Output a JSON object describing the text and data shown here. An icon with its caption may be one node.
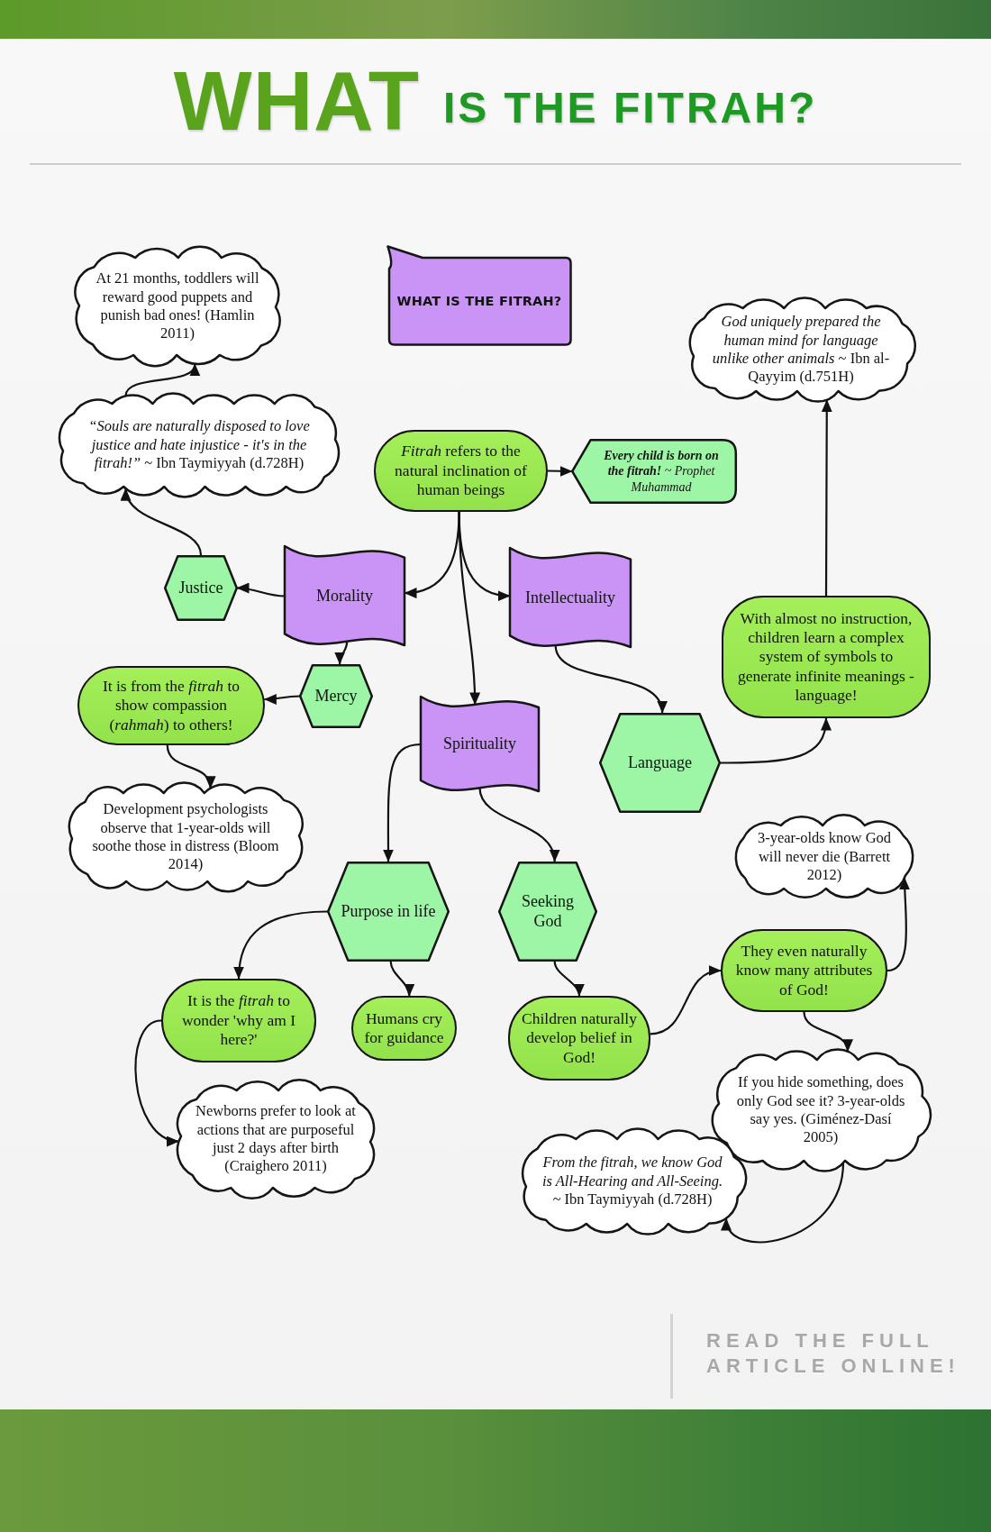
{
  "diagram": {
    "title": "WHAT IS THE FITRAH?",
    "nodes": [
      {
        "text": [
          "WHAT IS THE FITRAH?"
        ]
      },
      {
        "text": [
          "At 21 months, toddlers will reward good puppets and punish bad ones! (Hamlin 2011)"
        ]
      },
      {
        "text": [
          "*God uniquely prepared the human mind for language unlike other animals* ~ Ibn al-Qayyim (d.751H)"
        ]
      },
      {
        "text": [
          "*“Souls are naturally disposed to love justice and hate injustice - it's in the fitrah!”* ~ Ibn Taymiyyah (d.728H)"
        ]
      },
      {
        "text": [
          "*Fitrah* refers to the natural inclination of human beings"
        ]
      },
      {
        "text": [
          "**Every child is born on the fitrah!** ~ Prophet Muhammad"
        ]
      },
      {
        "text": [
          "Justice"
        ]
      },
      {
        "text": [
          "Morality"
        ]
      },
      {
        "text": [
          "Intellectuality"
        ]
      },
      {
        "text": [
          "With almost no instruction, children learn a complex system of symbols to generate infinite meanings - language!"
        ]
      },
      {
        "text": [
          "It is from the *fitrah* to show compassion (*rahmah*) to others!"
        ]
      },
      {
        "text": [
          "Mercy"
        ]
      },
      {
        "text": [
          "Spirituality"
        ]
      },
      {
        "text": [
          "Language"
        ]
      },
      {
        "text": [
          "Development psychologists observe that 1-year-olds will soothe those in distress (Bloom 2014)"
        ]
      },
      {
        "text": [
          "3-year-olds know God will never die (Barrett 2012)"
        ]
      },
      {
        "text": [
          "Purpose in life"
        ]
      },
      {
        "text": [
          "Seeking God"
        ]
      },
      {
        "text": [
          "They even naturally know many attributes of God!"
        ]
      },
      {
        "text": [
          "It is the *fitrah* to wonder 'why am I here?'"
        ]
      },
      {
        "text": [
          "Humans cry for guidance"
        ]
      },
      {
        "text": [
          "Children naturally develop belief in God!"
        ]
      },
      {
        "text": [
          "If you hide something, does only God see it? 3-year-olds say yes. (Giménez-Dasí 2005)"
        ]
      },
      {
        "text": [
          "Newborns prefer to look at actions that are purposeful just 2 days after birth (Craighero 2011)"
        ]
      },
      {
        "text": [
          "*From the fitrah, we know God is All-Hearing and All-Seeing. ~* Ibn Taymiyyah (d.728H)"
        ]
      }
    ],
    "edges": [
      {
        "from": 4,
        "to": 5,
        "arrow": "to"
      },
      {
        "from": 4,
        "to": 7,
        "arrow": "to"
      },
      {
        "from": 4,
        "to": 8,
        "arrow": "to"
      },
      {
        "from": 4,
        "to": 12,
        "arrow": "to"
      },
      {
        "from": 7,
        "to": 6,
        "arrow": "to"
      },
      {
        "from": 6,
        "to": 3,
        "arrow": "to"
      },
      {
        "from": 3,
        "to": 1,
        "arrow": "to"
      },
      {
        "from": 7,
        "to": 11,
        "arrow": "to"
      },
      {
        "from": 11,
        "to": 10,
        "arrow": "to"
      },
      {
        "from": 10,
        "to": 14,
        "arrow": "to"
      },
      {
        "from": 8,
        "to": 13,
        "arrow": "to"
      },
      {
        "from": 13,
        "to": 9,
        "arrow": "to"
      },
      {
        "from": 9,
        "to": 2,
        "arrow": "to"
      },
      {
        "from": 12,
        "to": 16,
        "arrow": "to"
      },
      {
        "from": 12,
        "to": 17,
        "arrow": "to"
      },
      {
        "from": 16,
        "to": 19,
        "arrow": "to"
      },
      {
        "from": 16,
        "to": 20,
        "arrow": "to"
      },
      {
        "from": 19,
        "to": 23,
        "arrow": "to"
      },
      {
        "from": 17,
        "to": 21,
        "arrow": "to"
      },
      {
        "from": 21,
        "to": 18,
        "arrow": "to"
      },
      {
        "from": 18,
        "to": 15,
        "arrow": "to"
      },
      {
        "from": 18,
        "to": 22,
        "arrow": "to"
      },
      {
        "from": 22,
        "to": 24,
        "arrow": "to"
      }
    ],
    "labels": [
      "READ THE FULL ARTICLE ONLINE!"
    ]
  }
}
